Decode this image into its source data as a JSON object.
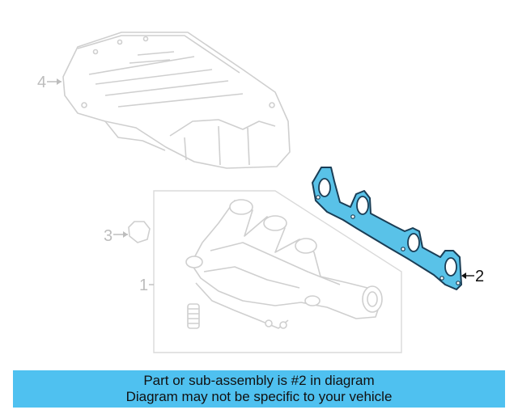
{
  "colors": {
    "faded_part": "#cfcfcf",
    "faded_label": "#bdbdbd",
    "highlight_outline": "#1a3d55",
    "highlight_fill": "#59c2e8",
    "banner_bg": "#4fc1f0",
    "banner_text": "#111111"
  },
  "callouts": [
    {
      "id": "1",
      "label": "1",
      "highlighted": false
    },
    {
      "id": "2",
      "label": "2",
      "highlighted": true
    },
    {
      "id": "3",
      "label": "3",
      "highlighted": false
    },
    {
      "id": "4",
      "label": "4",
      "highlighted": false
    }
  ],
  "banner": {
    "line1": "Part or sub-assembly is #2 in diagram",
    "line2": "Diagram may not be specific to your vehicle"
  }
}
